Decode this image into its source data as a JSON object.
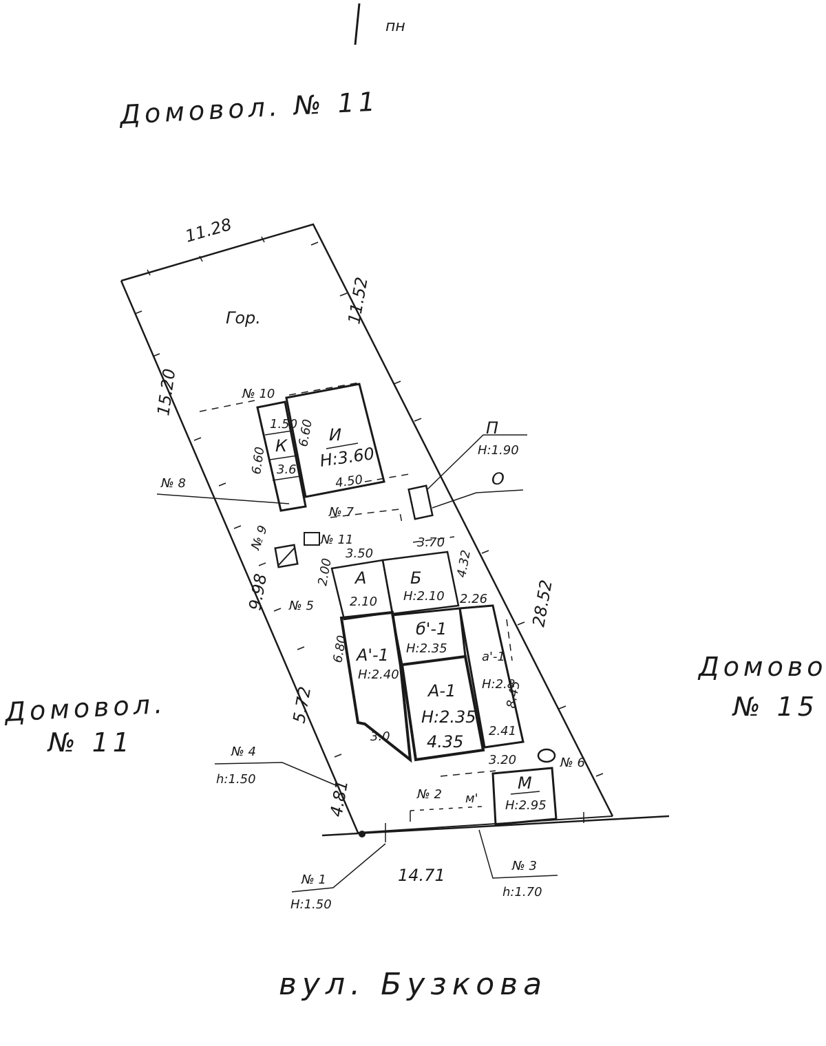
{
  "north": {
    "label": "пн"
  },
  "neighbors": {
    "top": "Домовол. № 11",
    "left_line1": "Домовол.",
    "left_line2": "№ 11",
    "right_line1": "Домовол",
    "right_line2": "№ 15"
  },
  "street": "вул. Бузкова",
  "zone": "Гор.",
  "dimensions": {
    "top": "11.28",
    "right_upper": "11.52",
    "left_upper": "15.20",
    "right_lower": "28.52",
    "left_middle": "9.98",
    "left_lower": "5.72",
    "left_bottom": "4.81",
    "bottom": "14.71",
    "k_side": "6.60",
    "i_side": "6.60",
    "a_main_side": "6.80",
    "a_wing_side": "8.45",
    "inner_1": "3.50",
    "inner_2": "3.70",
    "inner_3": "2.26",
    "inner_4": "4.32",
    "inner_5": "3.0",
    "inner_6": "3.20",
    "inner_7": "2.00"
  },
  "buildings": {
    "k": {
      "name": "К",
      "top": "1.50",
      "bottom": "3.6"
    },
    "i": {
      "name": "И",
      "height": "Н:3.60",
      "width": "4.50"
    },
    "a_small": {
      "name": "А",
      "height": "2.10"
    },
    "b": {
      "name": "Б",
      "height": "Н:2.10"
    },
    "b1": {
      "name": "б'-1",
      "height": "Н:2.35"
    },
    "a_left": {
      "name": "А'-1",
      "height": "Н:2.40"
    },
    "a1": {
      "name": "А-1",
      "height": "Н:2.35",
      "width": "4.35"
    },
    "a_right": {
      "name": "а'-1",
      "height": "Н:2.8",
      "extra": "2.41"
    },
    "m": {
      "name": "М",
      "height": "Н:2.95"
    },
    "m_tag": "м'"
  },
  "features": {
    "n1": "№ 1",
    "n1_h": "Н:1.50",
    "n2": "№ 2",
    "n3": "№ 3",
    "n3_h": "h:1.70",
    "n4": "№ 4",
    "n4_h": "h:1.50",
    "n5": "№ 5",
    "n6": "№ 6",
    "n7": "№ 7",
    "n8": "№ 8",
    "n9": "№ 9",
    "n10": "№ 10",
    "n11": "№ 11",
    "p": "П",
    "p_h": "Н:1.90",
    "o": "О"
  }
}
